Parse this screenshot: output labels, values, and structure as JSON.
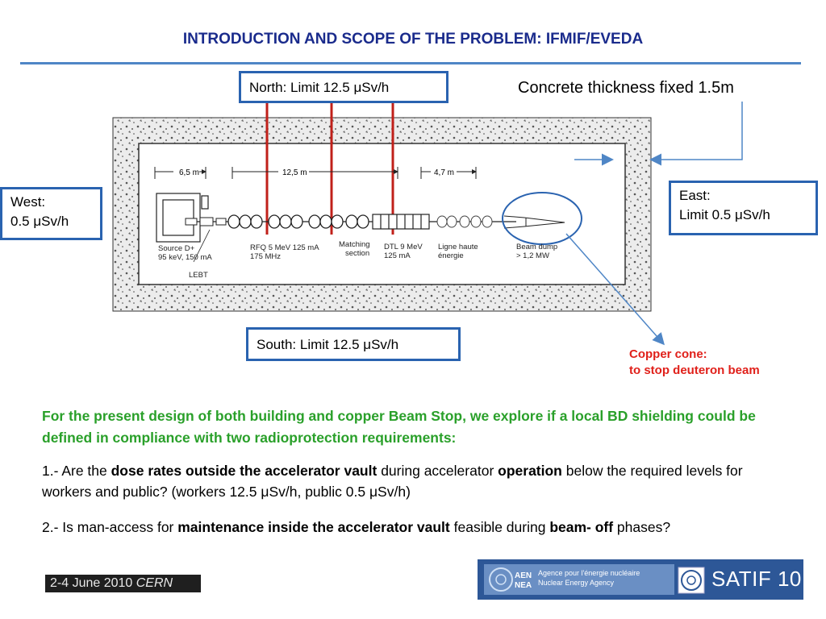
{
  "title": "INTRODUCTION AND SCOPE OF THE PROBLEM: IFMIF/EVEDA",
  "limits": {
    "north": "North: Limit 12.5 μSv/h",
    "south": "South: Limit 12.5 μSv/h",
    "west_line1": "West:",
    "west_line2": "0.5 μSv/h",
    "east_line1": "East:",
    "east_line2": "Limit 0.5 μSv/h"
  },
  "concrete_note": "Concrete thickness fixed 1.5m",
  "copper_note": {
    "line1": "Copper cone:",
    "line2": "to stop deuteron beam"
  },
  "diagram": {
    "dimensions": [
      "6,5 m",
      "12,5 m",
      "4,7 m"
    ],
    "labels": {
      "source": "Source D+",
      "source_spec": "95 keV, 150 mA",
      "lebt": "LEBT",
      "rfq": "RFQ 5 MeV 125 mA",
      "rfq_freq": "175 MHz",
      "matching1": "Matching",
      "matching2": "section",
      "dtl": "DTL 9 MeV",
      "dtl_current": "125 mA",
      "ligne1": "Ligne haute",
      "ligne2": "énergie",
      "dump1": "Beam dump",
      "dump2": "> 1,2 MW"
    }
  },
  "body": {
    "intro": "For the present design of both building and copper Beam Stop, we explore if a local BD shielding could be defined in compliance with two radioprotection requirements:",
    "req1_a": "1.- Are the ",
    "req1_b": "dose rates outside the accelerator vault",
    "req1_c": " during accelerator ",
    "req1_d": "operation",
    "req1_e": " below the required levels for workers and public? (workers 12.5 μSv/h, public 0.5 μSv/h)",
    "req2_a": "2.-  Is man-access for ",
    "req2_b": "maintenance inside the accelerator vault",
    "req2_c": " feasible during ",
    "req2_d": "beam- off",
    "req2_e": " phases?"
  },
  "footer": {
    "date": "2-4 June 2010 ",
    "date_place": "CERN",
    "nea_abbr1": "AEN",
    "nea_abbr2": "NEA",
    "nea_line1": "Agence pour l'énergie nucléaire",
    "nea_line2": "Nuclear Energy Agency",
    "conference": "SATIF 10"
  },
  "colors": {
    "title": "#1a2b8c",
    "box_border": "#2a63b0",
    "north_south_lines": "#c0201a",
    "arrows": "#4f86c6",
    "intro_text": "#2aa02a",
    "copper_note": "#e0201a"
  }
}
